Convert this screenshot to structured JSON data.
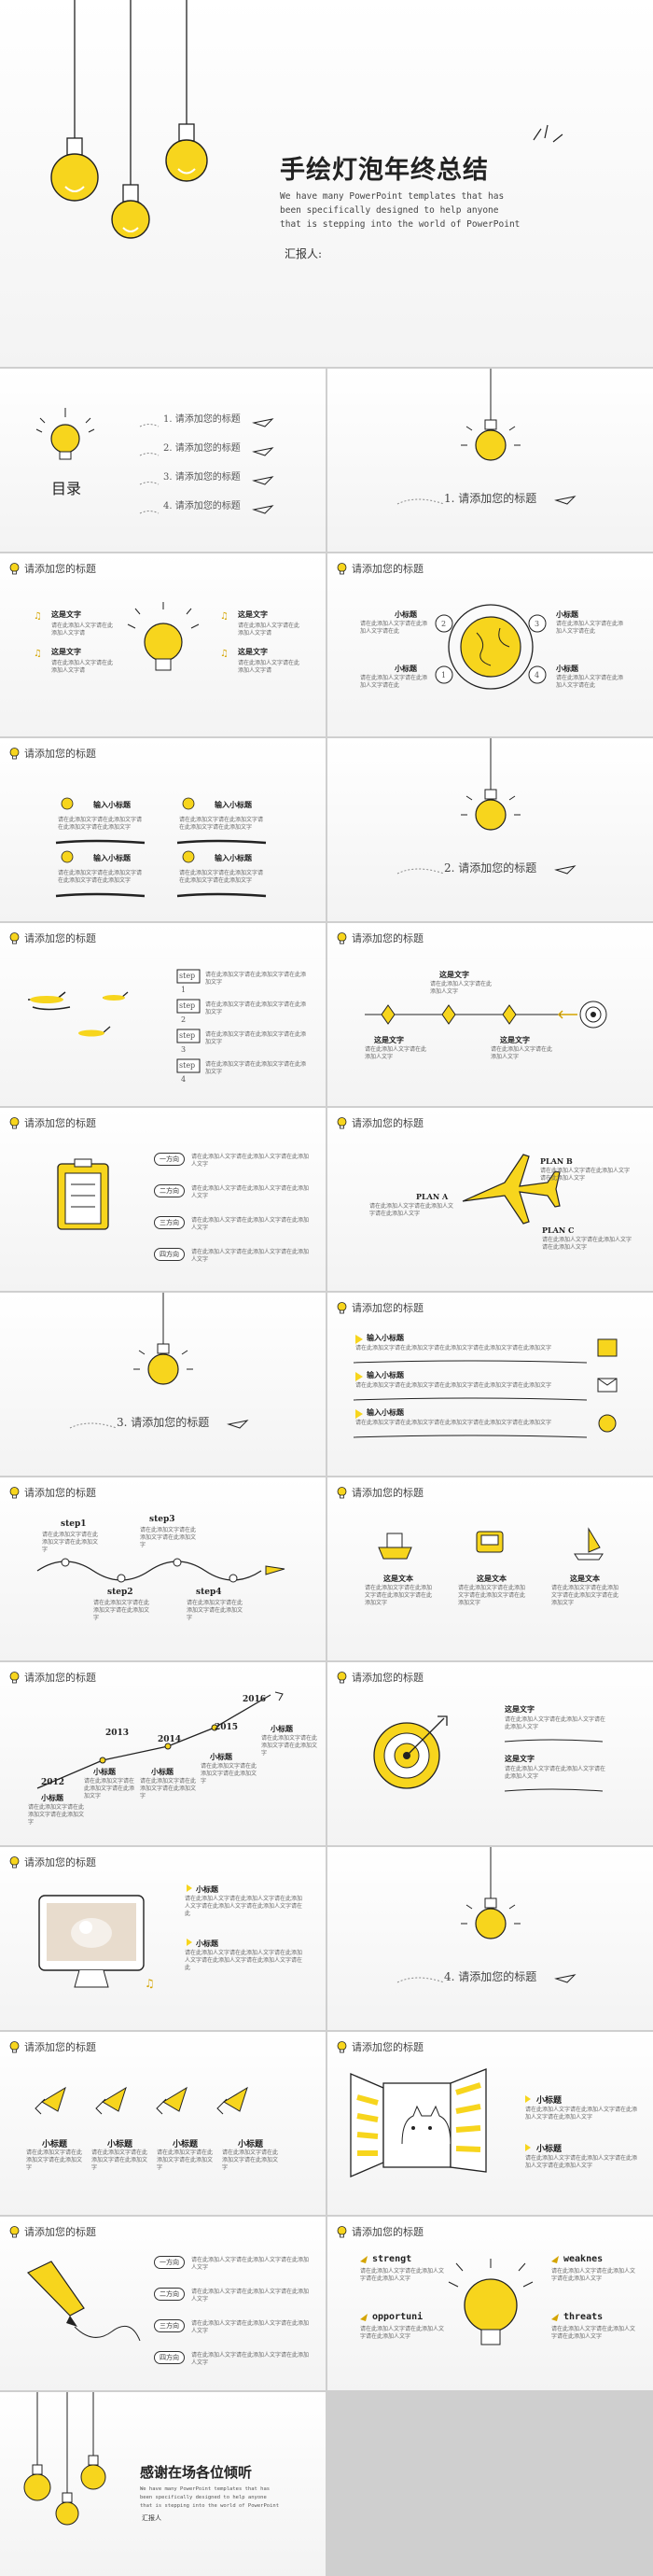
{
  "colors": {
    "accent": "#f7d51d",
    "ink": "#222222",
    "bg": "#f5f5f5"
  },
  "cover": {
    "title": "手绘灯泡年终总结",
    "lines": [
      "We have many PowerPoint templates that has",
      "been specifically designed to help anyone",
      "that is stepping into the world of PowerPoint"
    ],
    "reporter": "汇报人:"
  },
  "toc": {
    "title": "目录",
    "items": [
      "1. 请添加您的标题",
      "2. 请添加您的标题",
      "3. 请添加您的标题",
      "4. 请添加您的标题"
    ]
  },
  "section_titles": [
    "1. 请添加您的标题",
    "2. 请添加您的标题",
    "3. 请添加您的标题",
    "4. 请添加您的标题"
  ],
  "header": "请添加您的标题",
  "s3": {
    "label": "这是文字",
    "body": "请在此添加人文字请在此添加人文字请"
  },
  "s4": {
    "label": "小标题",
    "body": "请在此添加人文字请在此添加人文字请在此",
    "nums": [
      "1",
      "2",
      "3",
      "4"
    ]
  },
  "s5": {
    "label": "输入小标题",
    "body": "请在此添加文字请在此添加文字请在此添加文字请在此添加文字"
  },
  "s7": {
    "steps": [
      "step",
      "step",
      "step",
      "step"
    ],
    "nums": [
      "1",
      "2",
      "3",
      "4"
    ],
    "body": "请在此添加文字请在此添加文字请在此添加文字"
  },
  "s8": {
    "label": "这是文字",
    "body": "请在此添加人文字请在此添加人文字"
  },
  "s9": {
    "pills": [
      "一方向",
      "二方向",
      "三方向",
      "四方向"
    ],
    "body": "请在此添加人文字请在此添加人文字请在此添加人文字"
  },
  "s10": {
    "plans": [
      "PLAN A",
      "PLAN B",
      "PLAN C"
    ],
    "body": "请在此添加人文字请在此添加人文字请在此添加人文字"
  },
  "s12": {
    "label": "输入小标题",
    "body": "请在此添加文字请在此添加文字请在此添加文字请在此添加文字请在此添加文字"
  },
  "s13": {
    "steps": [
      "step1",
      "step2",
      "step3",
      "step4"
    ],
    "body": "请在此添加文字请在此添加文字请在此添加文字"
  },
  "s14": {
    "label": "这是文本",
    "body": "请在此添加文字请在此添加文字请在此添加文字请在此添加文字"
  },
  "s15": {
    "years": [
      "2012",
      "2013",
      "2014",
      "2015",
      "2016"
    ],
    "label": "小标题",
    "body": "请在此添加文字请在此添加文字请在此添加文字"
  },
  "s16": {
    "label": "这是文字",
    "body": "请在此添加人文字请在此添加人文字请在此添加人文字"
  },
  "s17": {
    "label": "小标题",
    "body": "请在此添加人文字请在此添加人文字请在此添加人文字请在此添加人文字请在此添加人文字请在此"
  },
  "s19": {
    "label": "小标题",
    "body": "请在此添加文字请在此添加文字请在此添加文字"
  },
  "s20": {
    "label": "小标题",
    "body": "请在此添加人文字请在此添加人文字请在此添加人文字请在此添加人文字"
  },
  "s21": {
    "pills": [
      "一方向",
      "二方向",
      "三方向",
      "四方向"
    ],
    "body": "请在此添加人文字请在此添加人文字请在此添加人文字"
  },
  "s22": {
    "swot": [
      "strengt",
      "weaknes",
      "opportuni",
      "threats"
    ],
    "body": "请在此添加人文字请在此添加人文字请在此添加人文字"
  },
  "end": {
    "title": "感谢在场各位倾听",
    "lines": [
      "We have many PowerPoint templates that has",
      "been specifically designed to help anyone",
      "that is stepping into the world of PowerPoint"
    ],
    "reporter": "汇报人"
  }
}
